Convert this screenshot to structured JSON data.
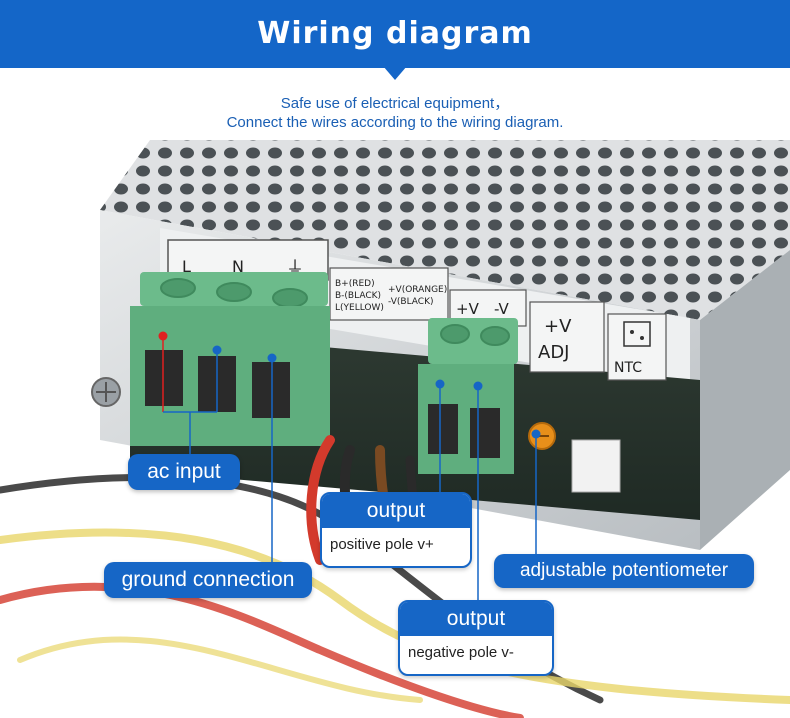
{
  "header": {
    "title": "Wiring diagram",
    "subtitle_line1": "Safe use of electrical equipment，",
    "subtitle_line2": "Connect the wires according to the wiring diagram."
  },
  "terminal_labels": {
    "l": "L",
    "n": "N",
    "ground_symbol": "⏚",
    "input_legend": [
      "B+(RED)",
      "B-(BLACK)",
      "L(YELLOW)"
    ],
    "output_legend": [
      "+V(ORANGE)",
      "-V(BLACK)"
    ],
    "plus_v": "+V",
    "minus_v": "-V",
    "adj_line1": "+V",
    "adj_line2": "ADJ",
    "ntc": "NTC"
  },
  "callouts": {
    "ac_input": "ac input",
    "ground_connection": "ground connection",
    "output_positive": {
      "title": "output",
      "text": "positive pole v+"
    },
    "output_negative": {
      "title": "output",
      "text": "negative pole v-"
    },
    "potentiometer": "adjustable potentiometer"
  },
  "colors": {
    "accent_blue": "#1666c6",
    "terminal_green": "#5fae7e",
    "live_dot_red": "#e02020"
  }
}
